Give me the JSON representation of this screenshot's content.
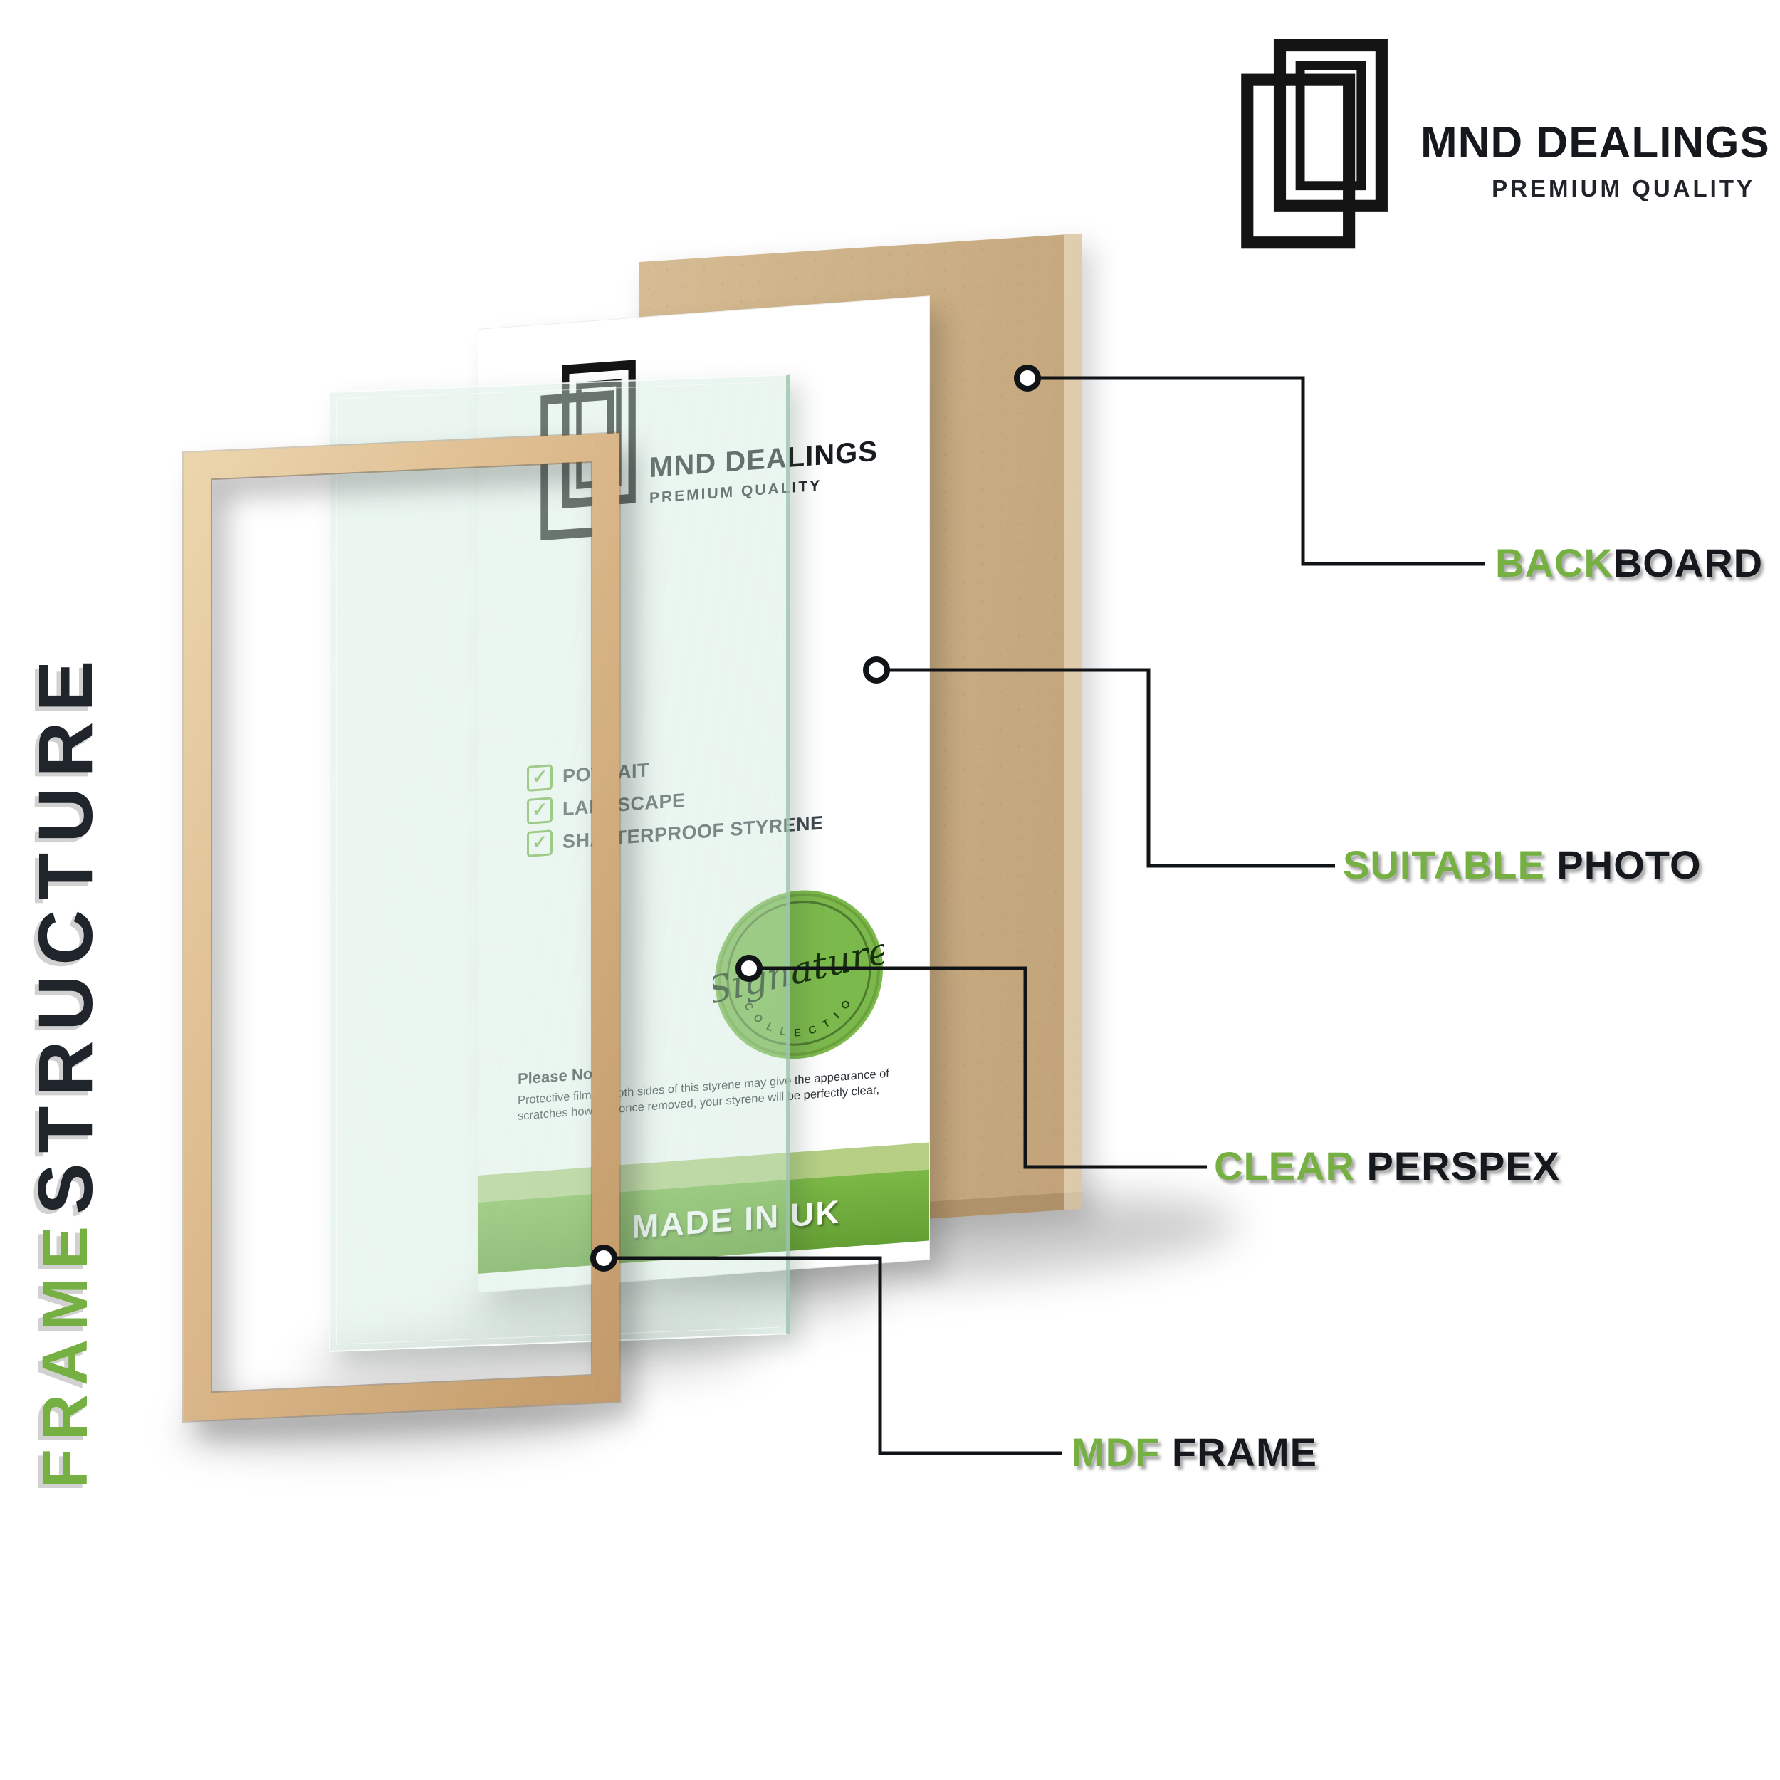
{
  "brand": {
    "name": "MND DEALINGS",
    "tagline": "PREMIUM QUALITY"
  },
  "vertical_title": {
    "top_word": "STRUCTURE",
    "bottom_word": "FRAME"
  },
  "sheet": {
    "brand_name": "MND DEALINGS",
    "brand_tagline": "PREMIUM QUALITY",
    "check_icon": "✓",
    "features": [
      "POTRAIT",
      "LANDSCAPE",
      "SHATTERPROOF STYRENE"
    ],
    "note_title": "Please Note:",
    "note_body": "Protective film on both sides of this styrene may give the appearance of scratches however once removed, your styrene will be perfectly clear,",
    "badge": {
      "script": "Signature",
      "arc": "C O L L E C T I O N"
    },
    "banner": "MADE IN UK"
  },
  "callouts": {
    "backboard": {
      "accent": "BACK",
      "rest": "BOARD"
    },
    "photo": {
      "accent": "SUITABLE",
      "rest": " PHOTO"
    },
    "perspex": {
      "accent": "CLEAR",
      "rest": " PERSPEX"
    },
    "mdf": {
      "accent": "MDF",
      "rest": " FRAME"
    }
  },
  "colors": {
    "accent_green": "#76b043",
    "banner_green": "#6fae3e",
    "wood": "#dcb98b",
    "board_tan": "#cbb089",
    "ink": "#1c2126"
  }
}
